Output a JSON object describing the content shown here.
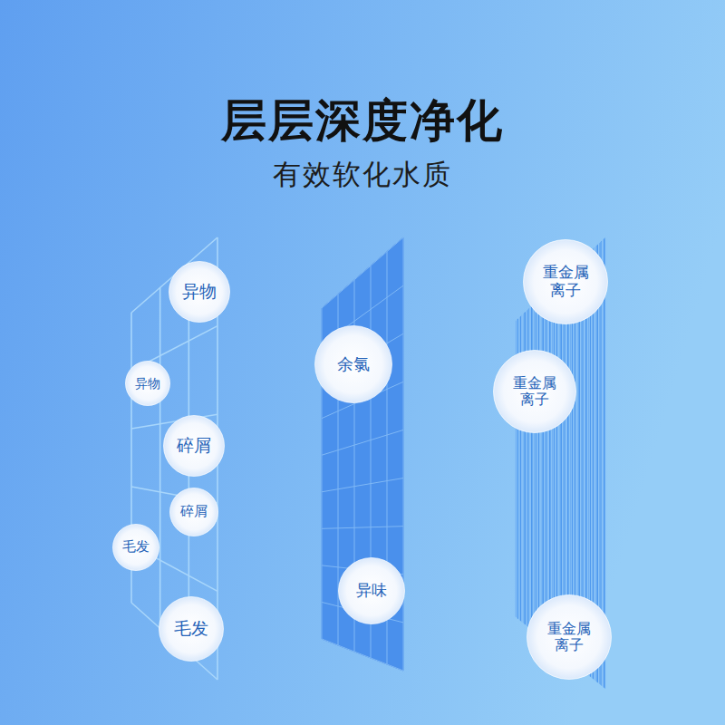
{
  "diagram": {
    "title": "层层深度净化",
    "nodes": [
      {
        "text": [
          "异物"
        ]
      },
      {
        "text": [
          "异物"
        ]
      },
      {
        "text": [
          "碎屑"
        ]
      },
      {
        "text": [
          "碎屑"
        ]
      },
      {
        "text": [
          "毛发"
        ]
      },
      {
        "text": [
          "毛发"
        ]
      },
      {
        "text": [
          "余氯"
        ]
      },
      {
        "text": [
          "异味"
        ]
      },
      {
        "text": [
          "重金属 离子"
        ]
      },
      {
        "text": [
          "重金属 离子"
        ]
      },
      {
        "text": [
          "重金属 离子"
        ]
      }
    ],
    "labels": [
      "有效软化水质"
    ]
  }
}
